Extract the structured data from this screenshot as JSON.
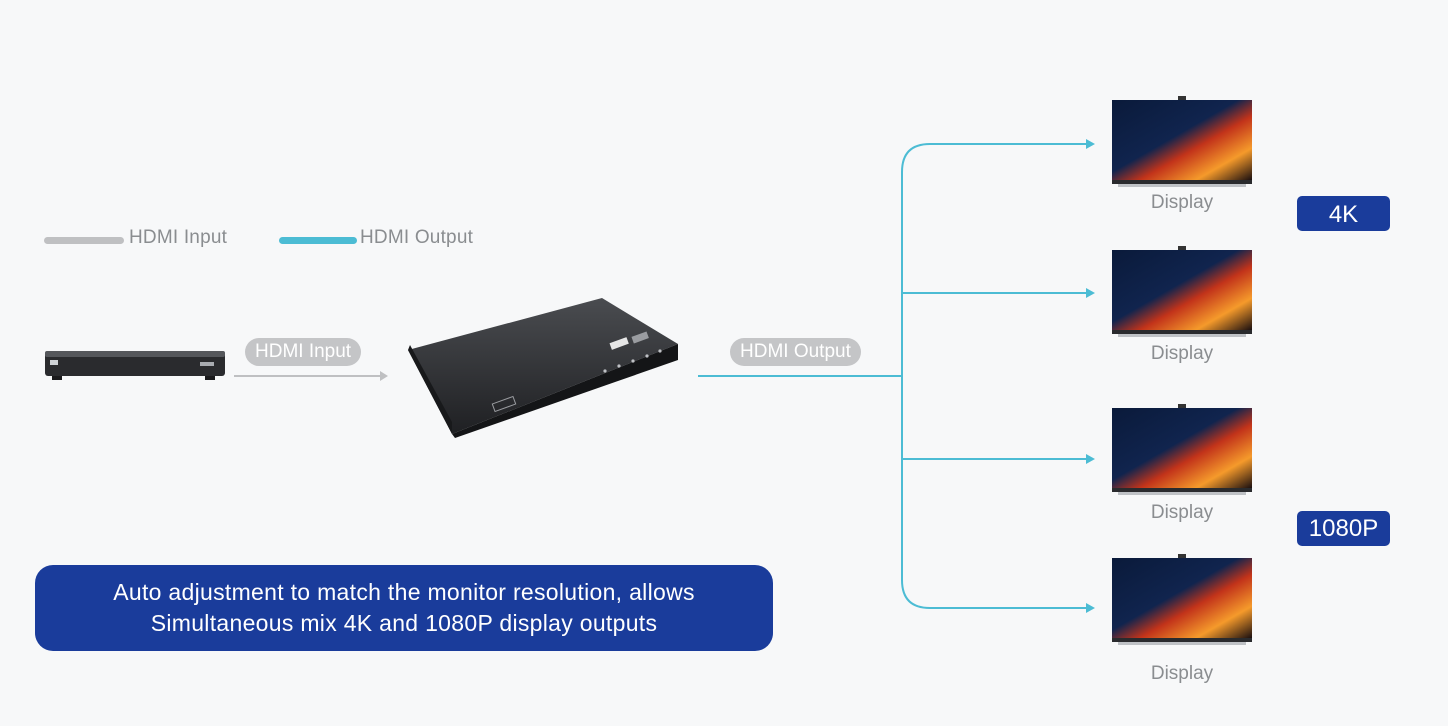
{
  "legend": {
    "input_label": "HDMI Input",
    "output_label": "HDMI Output",
    "input_color": "#bfc0c2",
    "output_color": "#4cbcd4"
  },
  "flow": {
    "input_pill": "HDMI Input",
    "output_pill": "HDMI Output"
  },
  "displays": [
    {
      "label": "Display"
    },
    {
      "label": "Display"
    },
    {
      "label": "Display"
    },
    {
      "label": "Display"
    }
  ],
  "badges": {
    "top": "4K",
    "bottom": "1080P"
  },
  "caption": {
    "line1": "Auto adjustment to match the monitor resolution, allows",
    "line2": "Simultaneous mix 4K and 1080P display outputs"
  },
  "colors": {
    "accent_blue": "#1a3c9b",
    "cable_cyan": "#4cbcd4",
    "cable_gray": "#bfc0c2"
  }
}
